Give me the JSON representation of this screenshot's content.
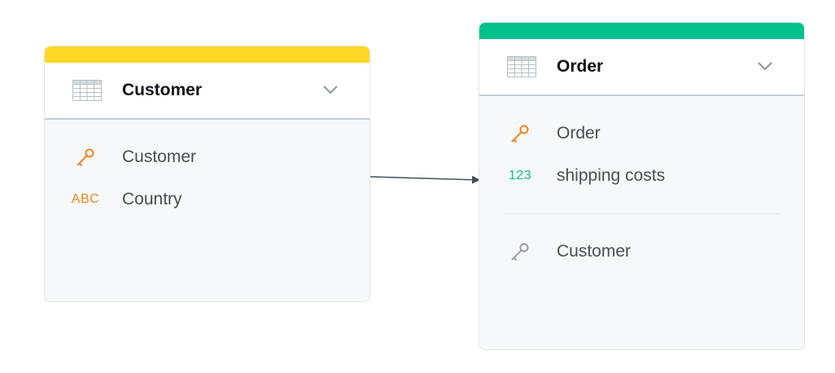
{
  "colors": {
    "customer_band": "#fdd723",
    "order_band": "#00c18c",
    "key_primary": "#f18418",
    "key_reference": "#94a1ad",
    "text_type": "#f18418",
    "number_type": "#00c18c",
    "connector": "#464e56"
  },
  "customer": {
    "title": "Customer",
    "icon": "table-icon",
    "fields": [
      {
        "icon": "key-icon",
        "label": "Customer"
      },
      {
        "type_tag": "ABC",
        "label": "Country"
      }
    ]
  },
  "order": {
    "title": "Order",
    "icon": "table-icon",
    "fields": [
      {
        "icon": "key-icon",
        "label": "Order"
      },
      {
        "type_tag": "123",
        "label": "shipping costs"
      }
    ],
    "references": [
      {
        "icon": "reference-key-icon",
        "label": "Customer"
      }
    ]
  }
}
